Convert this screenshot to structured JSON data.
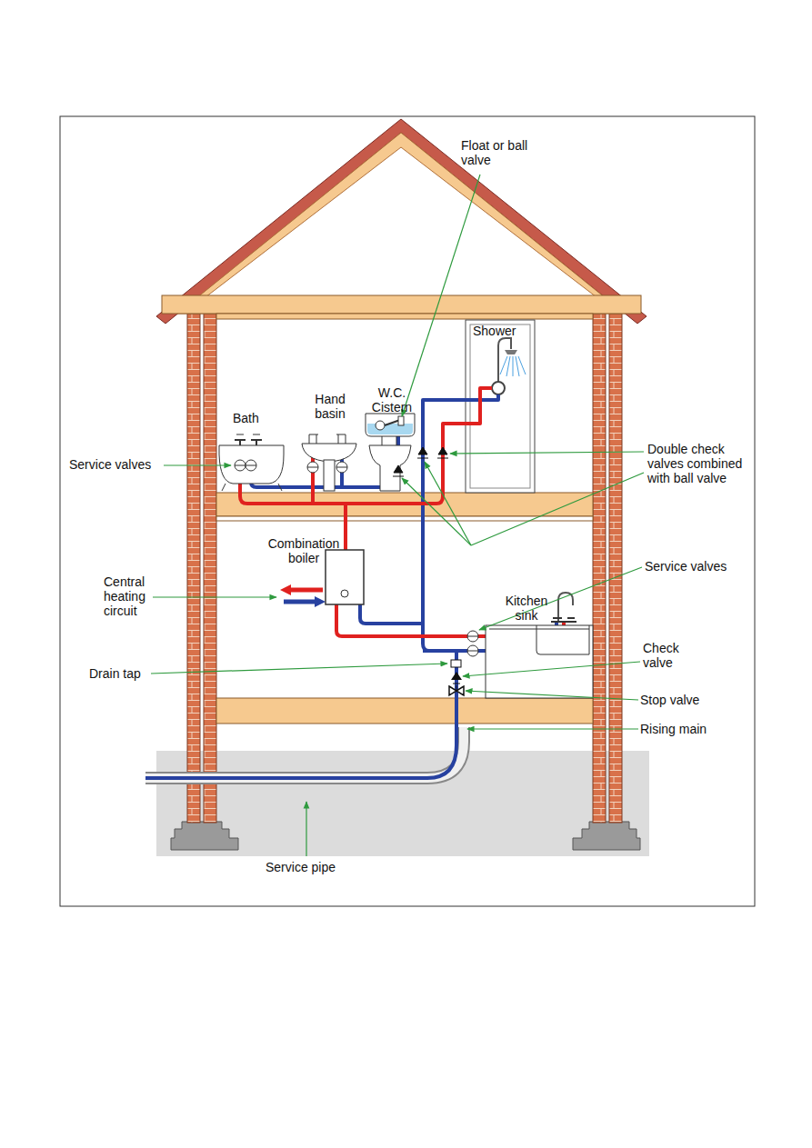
{
  "diagram": {
    "labels": [
      "Float or ball valve",
      "Shower",
      "W.C. Cistern",
      "Hand basin",
      "Bath",
      "Service valves",
      "Double check valves combined with ball valve",
      "Combination boiler",
      "Central heating circuit",
      "Service valves",
      "Kitchen sink",
      "Drain tap",
      "Check valve",
      "Stop valve",
      "Rising main",
      "Service pipe"
    ]
  }
}
